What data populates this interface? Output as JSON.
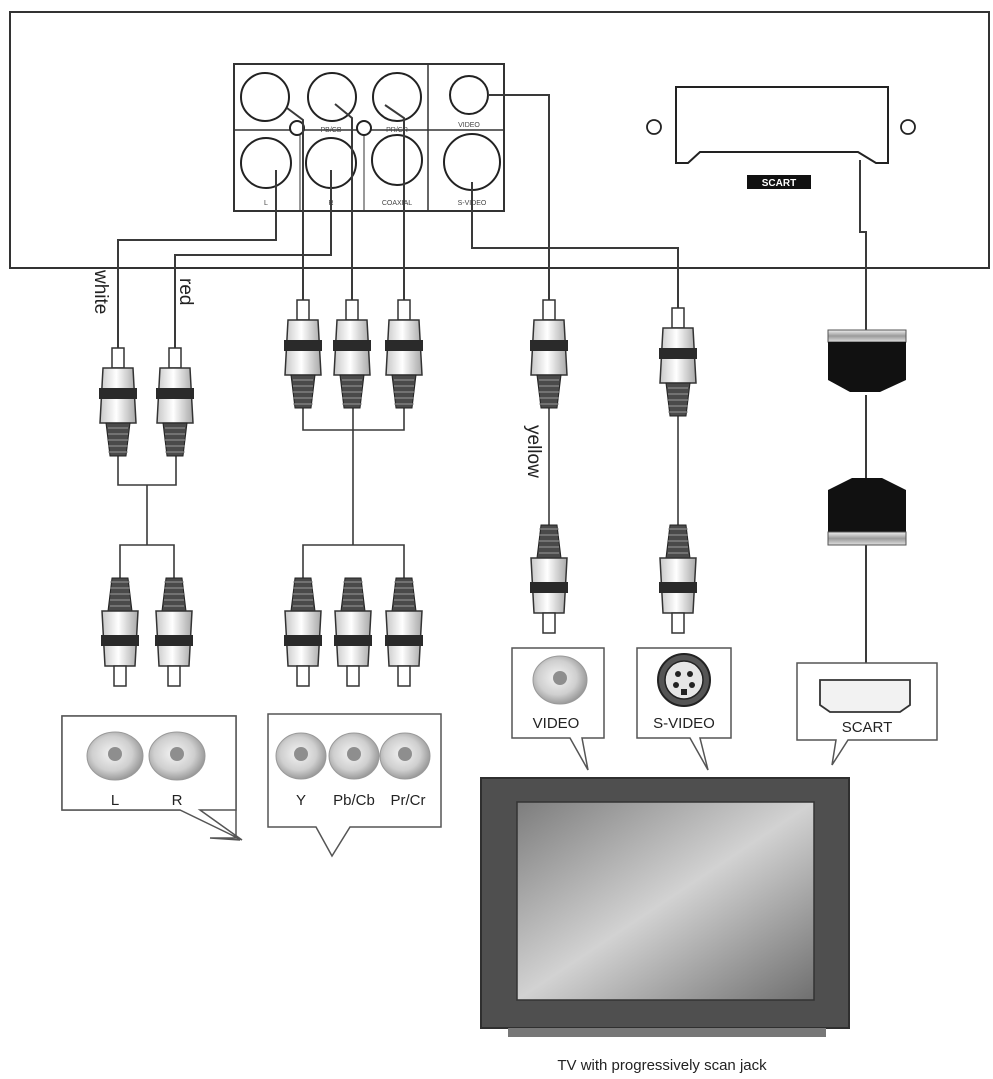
{
  "player": {
    "panel_labels": {
      "pr_cr": "PR/CR",
      "pb_cb": "PB/CB",
      "video": "VIDEO",
      "l": "L",
      "r": "R",
      "coaxial": "COAXIAL",
      "s_video": "S-VIDEO"
    },
    "scart_badge": "SCART"
  },
  "cable_labels": {
    "white": "white",
    "red": "red",
    "yellow": "yellow"
  },
  "tv_inputs": {
    "audio": {
      "left": "L",
      "right": "R"
    },
    "component": {
      "y": "Y",
      "pb": "Pb/Cb",
      "pr": "Pr/Cr"
    },
    "video": "VIDEO",
    "s_video": "S-VIDEO",
    "scart": "SCART"
  },
  "caption": "TV with progressively scan jack",
  "colors": {
    "line": "#333333",
    "plug_band": "#2a2a2a",
    "plug_body": "#e6e6e6",
    "scart_plug": "#111111",
    "tv_frame": "#555555",
    "tv_screen": "#9a9a9a"
  }
}
